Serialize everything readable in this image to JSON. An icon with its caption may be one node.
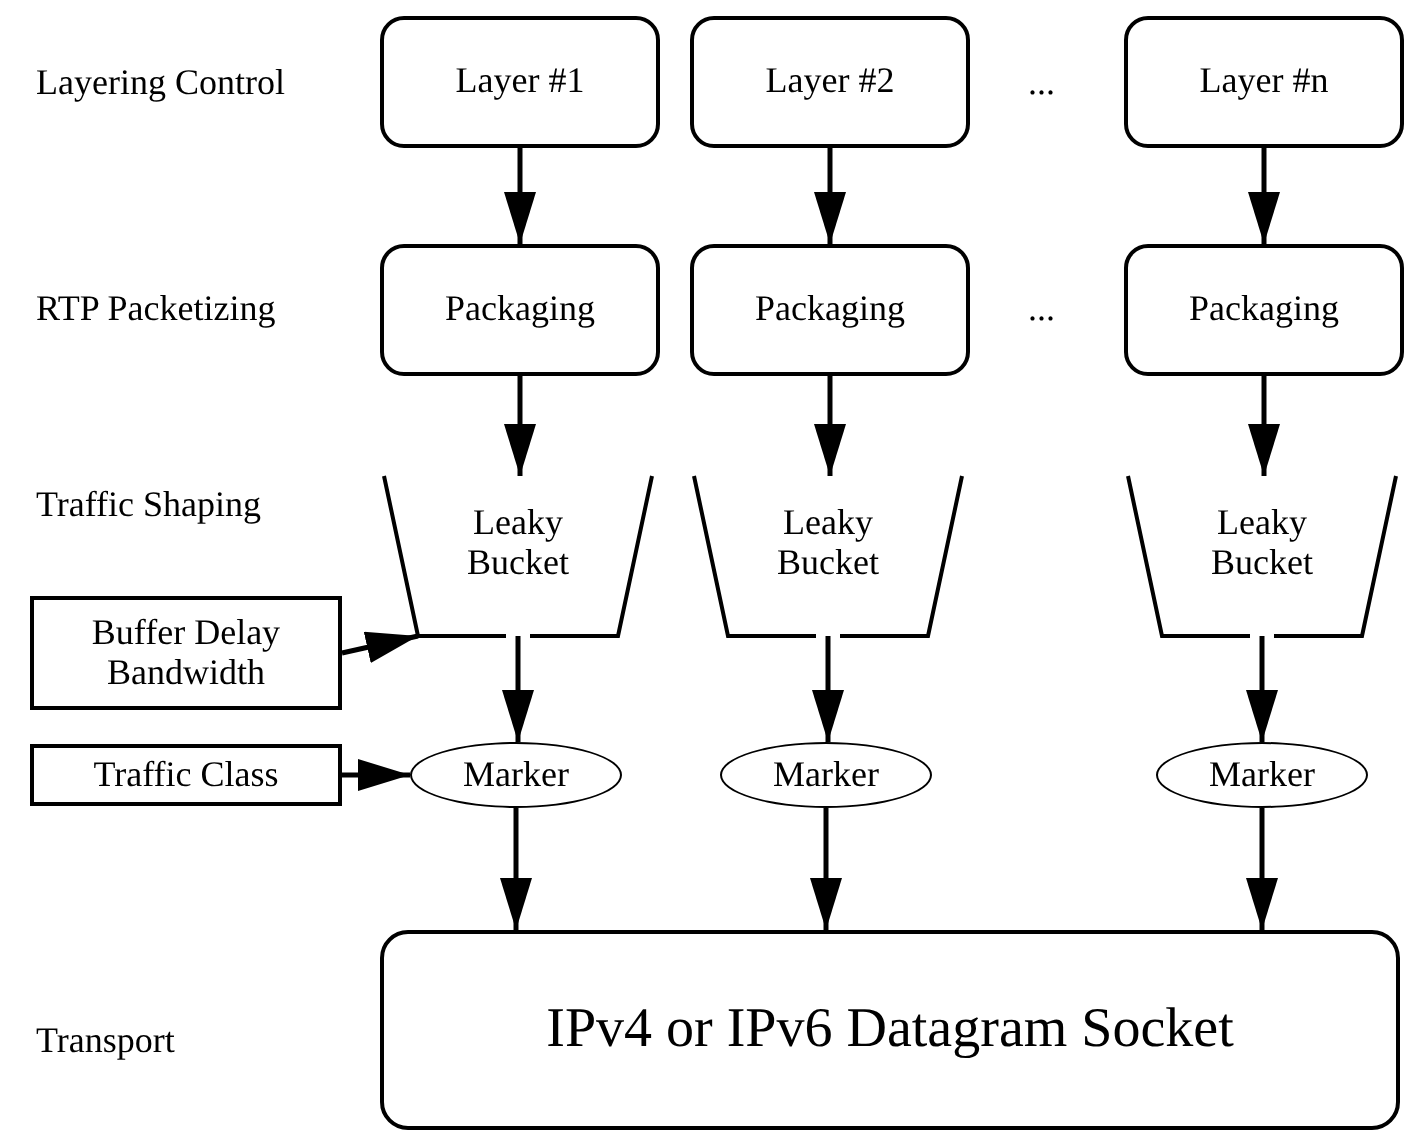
{
  "diagram": {
    "nodes": [
      {
        "text": [
          "Layer #1"
        ]
      },
      {
        "text": [
          "Layer #2"
        ]
      },
      {
        "text": [
          "Layer #n"
        ]
      },
      {
        "text": [
          "Packaging"
        ]
      },
      {
        "text": [
          "Packaging"
        ]
      },
      {
        "text": [
          "Packaging"
        ]
      },
      {
        "text": [
          "Leaky Bucket"
        ]
      },
      {
        "text": [
          "Leaky Bucket"
        ]
      },
      {
        "text": [
          "Leaky Bucket"
        ]
      },
      {
        "text": [
          "Buffer Delay Bandwidth"
        ]
      },
      {
        "text": [
          "Traffic Class"
        ]
      },
      {
        "text": [
          "Marker"
        ]
      },
      {
        "text": [
          "Marker"
        ]
      },
      {
        "text": [
          "Marker"
        ]
      },
      {
        "text": [
          "IPv4 or IPv6 Datagram Socket"
        ]
      }
    ],
    "edges": [
      {
        "from": 0,
        "to": 3,
        "arrow": "to"
      },
      {
        "from": 1,
        "to": 4,
        "arrow": "to"
      },
      {
        "from": 2,
        "to": 5,
        "arrow": "to"
      },
      {
        "from": 3,
        "to": 6,
        "arrow": "to"
      },
      {
        "from": 4,
        "to": 7,
        "arrow": "to"
      },
      {
        "from": 5,
        "to": 8,
        "arrow": "to"
      },
      {
        "from": 9,
        "to": 6,
        "arrow": "to"
      },
      {
        "from": 6,
        "to": 11,
        "arrow": "to"
      },
      {
        "from": 7,
        "to": 12,
        "arrow": "to"
      },
      {
        "from": 8,
        "to": 13,
        "arrow": "to"
      },
      {
        "from": 10,
        "to": 11,
        "arrow": "to"
      },
      {
        "from": 11,
        "to": 14,
        "arrow": "to"
      },
      {
        "from": 12,
        "to": 14,
        "arrow": "to"
      },
      {
        "from": 13,
        "to": 14,
        "arrow": "to"
      }
    ],
    "labels": [
      "Layering Control",
      "...",
      "RTP Packetizing",
      "...",
      "Traffic Shaping",
      "Transport"
    ]
  }
}
